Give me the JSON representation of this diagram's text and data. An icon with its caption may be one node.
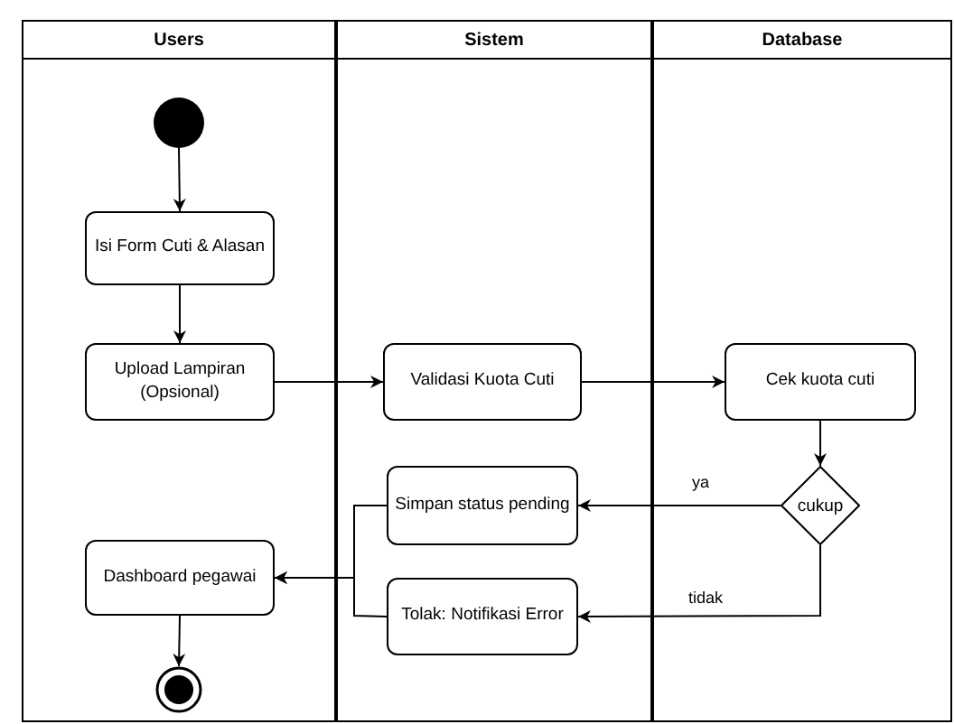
{
  "diagram": {
    "nodes": [
      {
        "text": [
          "Users"
        ]
      },
      {
        "text": [
          "Sistem"
        ]
      },
      {
        "text": [
          "Database"
        ]
      },
      {
        "text": [],
        "shape": "circle",
        "in": 0
      },
      {
        "text": [
          "Isi Form Cuti & Alasan"
        ],
        "in": 0
      },
      {
        "text": [
          "Upload Lampiran (Opsional)"
        ],
        "in": 0
      },
      {
        "text": [
          "Validasi Kuota Cuti"
        ],
        "in": 1
      },
      {
        "text": [
          "Cek kuota cuti"
        ],
        "in": 2
      },
      {
        "text": [
          "cukup"
        ],
        "in": 2
      },
      {
        "text": [
          "Simpan status pending"
        ],
        "in": 1
      },
      {
        "text": [
          "Dashboard pegawai"
        ],
        "in": 0
      },
      {
        "text": [
          "Tolak: Notifikasi Error"
        ],
        "in": 1
      },
      {
        "text": [],
        "shape": "circle",
        "in": 0
      }
    ],
    "edges": [
      {
        "from": 3,
        "to": 4,
        "arrow": "to"
      },
      {
        "from": 4,
        "to": 5,
        "arrow": "to"
      },
      {
        "from": 5,
        "to": 6,
        "arrow": "to"
      },
      {
        "from": 6,
        "to": 7,
        "arrow": "to"
      },
      {
        "from": 7,
        "to": 8,
        "arrow": "to"
      },
      {
        "from": 8,
        "to": 9,
        "label": "ya",
        "arrow": "to"
      },
      {
        "from": 8,
        "to": 11,
        "label": "tidak",
        "arrow": "to"
      },
      {
        "from": 9,
        "to": 10,
        "arrow": "to"
      },
      {
        "from": 11,
        "to": 10,
        "arrow": "to"
      },
      {
        "from": 10,
        "to": 12,
        "arrow": "to"
      }
    ]
  }
}
